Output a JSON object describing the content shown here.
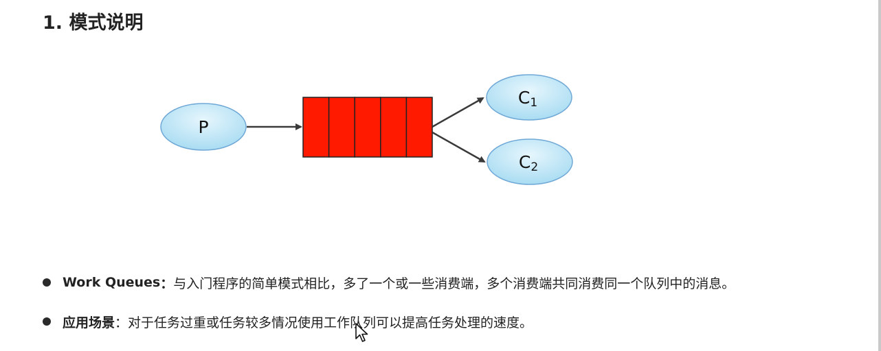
{
  "title": "1. 模式说明",
  "diagram": {
    "producer": {
      "label": "P"
    },
    "queue": {
      "cells": 5,
      "color": "#ff1a00"
    },
    "consumers": [
      {
        "letter": "C",
        "sub": "1"
      },
      {
        "letter": "C",
        "sub": "2"
      }
    ],
    "node_fill": "#bfe6f7",
    "node_stroke": "#6fa8d6",
    "arrow_color": "#3a3a3a"
  },
  "bullets": [
    {
      "term": "Work Queues",
      "sep": "：",
      "text": "与入门程序的简单模式相比，多了一个或一些消费端，多个消费端共同消费同一个队列中的消息。"
    },
    {
      "term": "应用场景",
      "sep": "：",
      "text": "对于任务过重或任务较多情况使用工作队列可以提高任务处理的速度。"
    }
  ],
  "icons": {
    "bullet": "bullet-dot-icon",
    "cursor": "mouse-pointer-icon"
  }
}
